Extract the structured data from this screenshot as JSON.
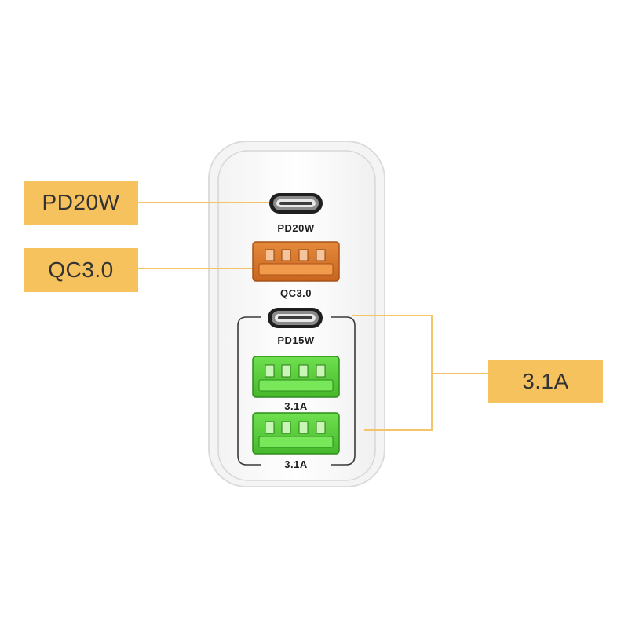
{
  "colors": {
    "callout_fill": "#f5c25e",
    "callout_text": "#333333",
    "leader_line": "#f3c56b",
    "charger_body": "#ffffff",
    "charger_outline": "#d9d9d9",
    "qc_port": "#d9782c",
    "usb_a_port": "#5cd23f",
    "usb_c_port": "#2b2b2b"
  },
  "callouts": {
    "pd20w": "PD20W",
    "qc30": "QC3.0",
    "a31": "3.1A"
  },
  "ports": [
    {
      "icon": "usb-c-port-icon",
      "label": "PD20W"
    },
    {
      "icon": "usb-a-port-icon",
      "label": "QC3.0"
    },
    {
      "icon": "usb-c-port-icon",
      "label": "PD15W"
    },
    {
      "icon": "usb-a-port-icon",
      "label": "3.1A"
    },
    {
      "icon": "usb-a-port-icon",
      "label": "3.1A"
    }
  ]
}
